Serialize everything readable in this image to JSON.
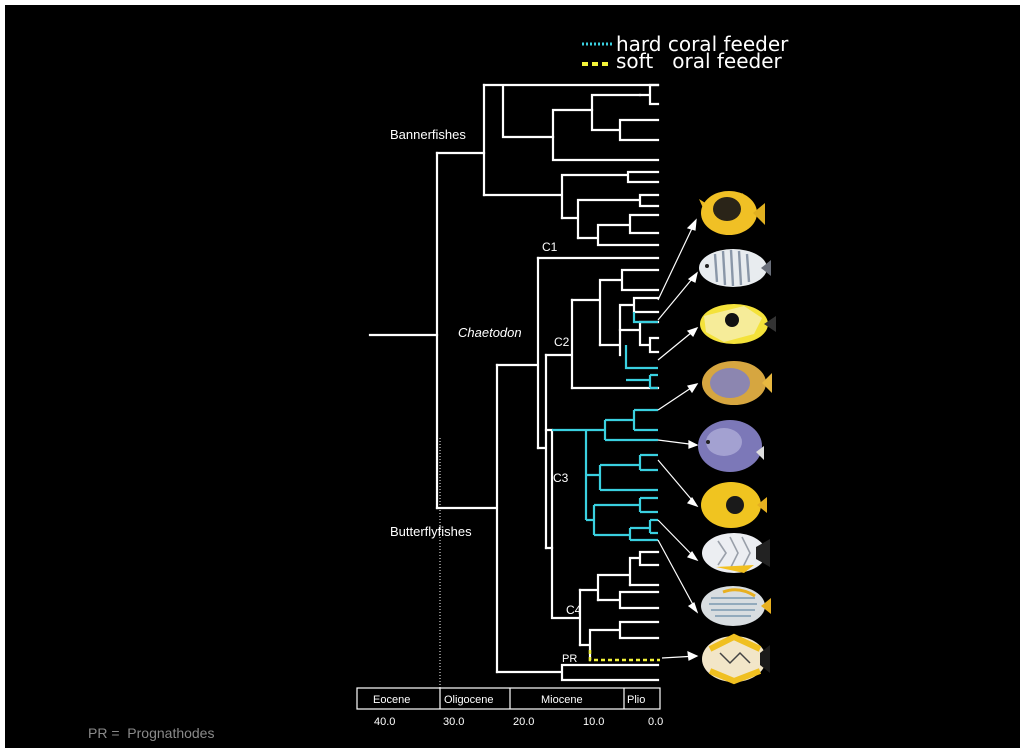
{
  "legend": {
    "hard_label": "hard coral feeder",
    "soft_label": "soft   oral feeder",
    "hard_color": "#3ad0e0",
    "soft_color": "#f2f238"
  },
  "clade_labels": {
    "bannerfishes": "Bannerfishes",
    "chaetodon": "Chaetodon",
    "butterflyfishes": "Butterflyfishes",
    "c1": "C1",
    "c2": "C2",
    "c3": "C3",
    "c4": "C4",
    "pr": "PR"
  },
  "timescale": {
    "epochs": [
      "Eocene",
      "Oligocene",
      "Miocene",
      "Plio"
    ],
    "ticks": [
      "40.0",
      "30.0",
      "20.0",
      "10.0",
      "0.0"
    ]
  },
  "footnote": "PR =  Prognathodes",
  "colors": {
    "background": "#000000",
    "branch": "#ffffff"
  },
  "fish_icons": [
    "yellow-black-butterflyfish",
    "striped-white-butterflyfish",
    "yellow-eyespot-butterflyfish",
    "purple-yellow-butterflyfish",
    "blue-purple-butterflyfish",
    "yellow-black-spot-butterflyfish",
    "white-chevron-butterflyfish",
    "pale-striped-butterflyfish",
    "chevron-yellow-butterflyfish"
  ]
}
